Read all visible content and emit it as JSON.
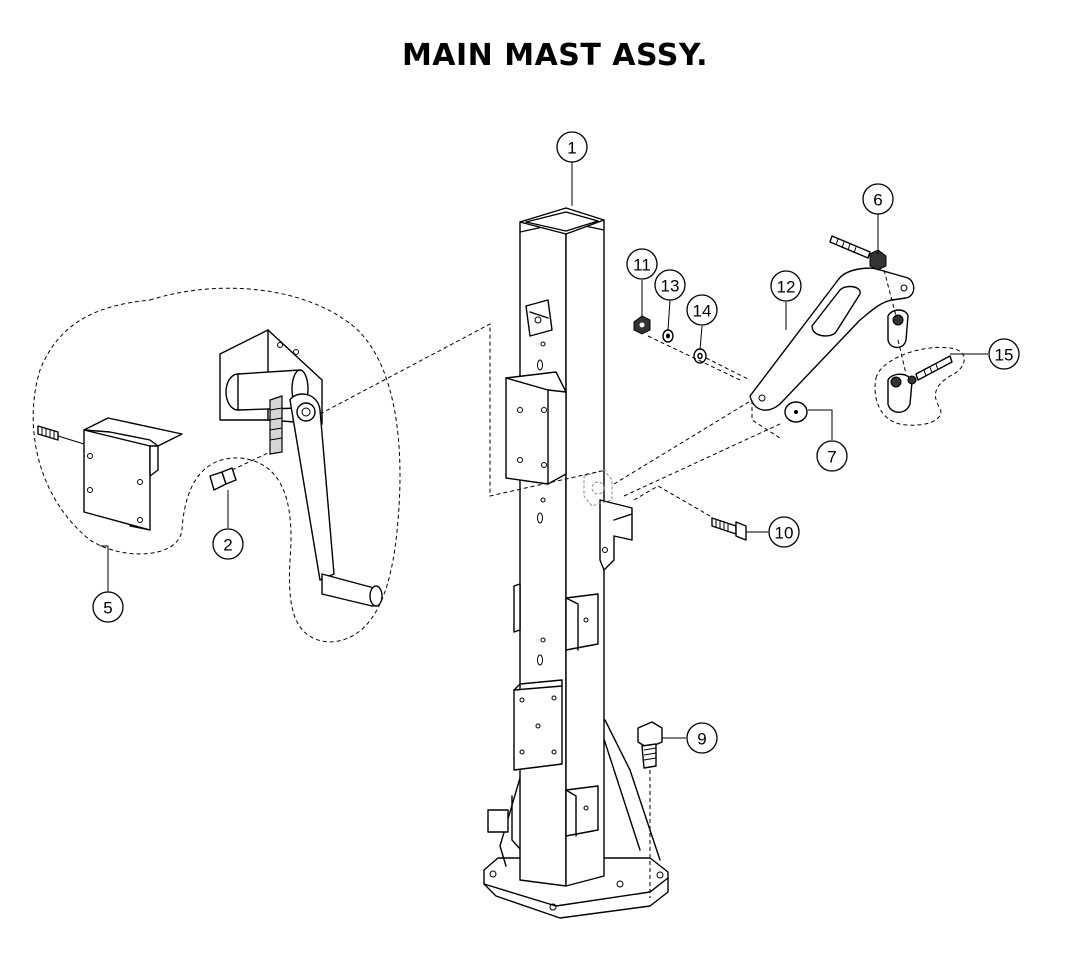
{
  "title": "MAIN MAST ASSY.",
  "callouts": {
    "c1": "1",
    "c2": "2",
    "c5": "5",
    "c6": "6",
    "c7": "7",
    "c9": "9",
    "c10": "10",
    "c11": "11",
    "c12": "12",
    "c13": "13",
    "c14": "14",
    "c15": "15"
  }
}
